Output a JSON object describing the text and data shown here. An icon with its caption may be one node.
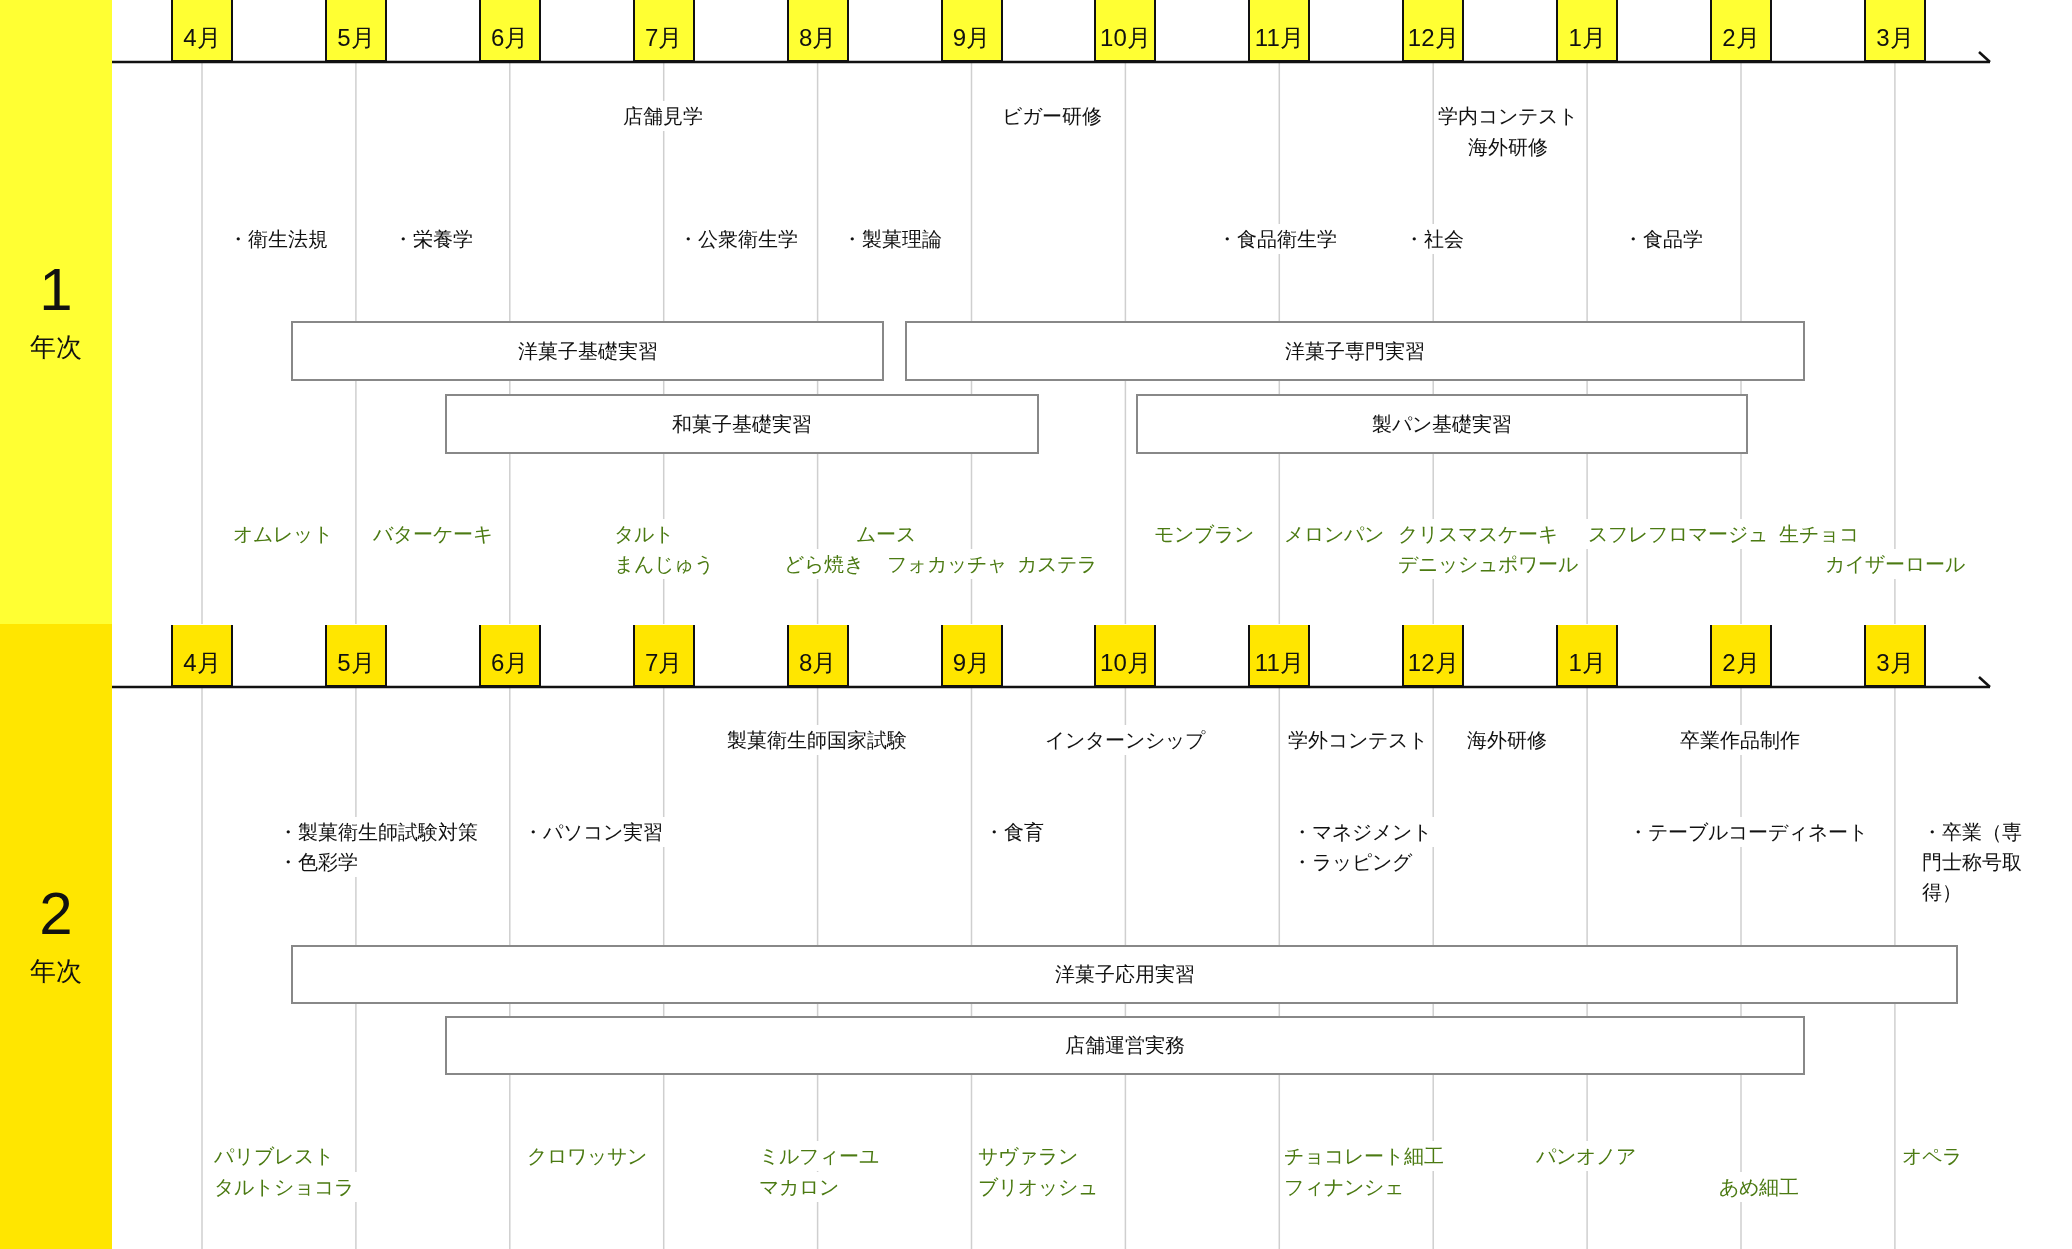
{
  "diagram": {
    "nodes": [
      {
        "text": [
          "1",
          "年次"
        ]
      },
      {
        "text": [
          "4月"
        ]
      },
      {
        "text": [
          "5月"
        ]
      },
      {
        "text": [
          "6月"
        ]
      },
      {
        "text": [
          "7月"
        ]
      },
      {
        "text": [
          "8月"
        ]
      },
      {
        "text": [
          "9月"
        ]
      },
      {
        "text": [
          "10月"
        ]
      },
      {
        "text": [
          "11月"
        ]
      },
      {
        "text": [
          "12月"
        ]
      },
      {
        "text": [
          "1月"
        ]
      },
      {
        "text": [
          "2月"
        ]
      },
      {
        "text": [
          "3月"
        ]
      },
      {
        "text": [
          "洋菓子基礎実習"
        ]
      },
      {
        "text": [
          "洋菓子専門実習"
        ]
      },
      {
        "text": [
          "和菓子基礎実習"
        ]
      },
      {
        "text": [
          "製パン基礎実習"
        ]
      },
      {
        "text": [
          "2",
          "年次"
        ]
      },
      {
        "text": [
          "4月"
        ]
      },
      {
        "text": [
          "5月"
        ]
      },
      {
        "text": [
          "6月"
        ]
      },
      {
        "text": [
          "7月"
        ]
      },
      {
        "text": [
          "8月"
        ]
      },
      {
        "text": [
          "9月"
        ]
      },
      {
        "text": [
          "10月"
        ]
      },
      {
        "text": [
          "11月"
        ]
      },
      {
        "text": [
          "12月"
        ]
      },
      {
        "text": [
          "1月"
        ]
      },
      {
        "text": [
          "2月"
        ]
      },
      {
        "text": [
          "3月"
        ]
      },
      {
        "text": [
          "洋菓子応用実習"
        ]
      },
      {
        "text": [
          "店舗運営実務"
        ]
      }
    ],
    "edges": [],
    "labels": [
      "店舗見学",
      "ビガー研修",
      "学内コンテスト",
      "海外研修",
      "・衛生法規",
      "・栄養学",
      "・公衆衛生学",
      "・製菓理論",
      "・食品衛生学",
      "・社会",
      "・食品学",
      "オムレット",
      "バターケーキ",
      "タルト",
      "ムース",
      "モンブラン",
      "メロンパン",
      "クリスマスケーキ",
      "スフレフロマージュ",
      "生チョコ",
      "まんじゅう",
      "どら焼き",
      "フォカッチャ",
      "カステラ",
      "デニッシュポワール",
      "カイザーロール",
      "製菓衛生師国家試験",
      "インターンシップ",
      "学外コンテスト",
      "海外研修",
      "卒業作品制作",
      "・製菓衛生師試験対策",
      "・パソコン実習",
      "・食育",
      "・マネジメント",
      "・テーブルコーディネート",
      "・卒業（専門士称号取得）",
      "・色彩学",
      "・ラッピング",
      "パリブレスト",
      "クロワッサン",
      "ミルフィーユ",
      "サヴァラン",
      "チョコレート細工",
      "パンオノア",
      "オペラ",
      "タルトショコラ",
      "マカロン",
      "ブリオッシュ",
      "フィナンシェ",
      "あめ細工"
    ]
  }
}
